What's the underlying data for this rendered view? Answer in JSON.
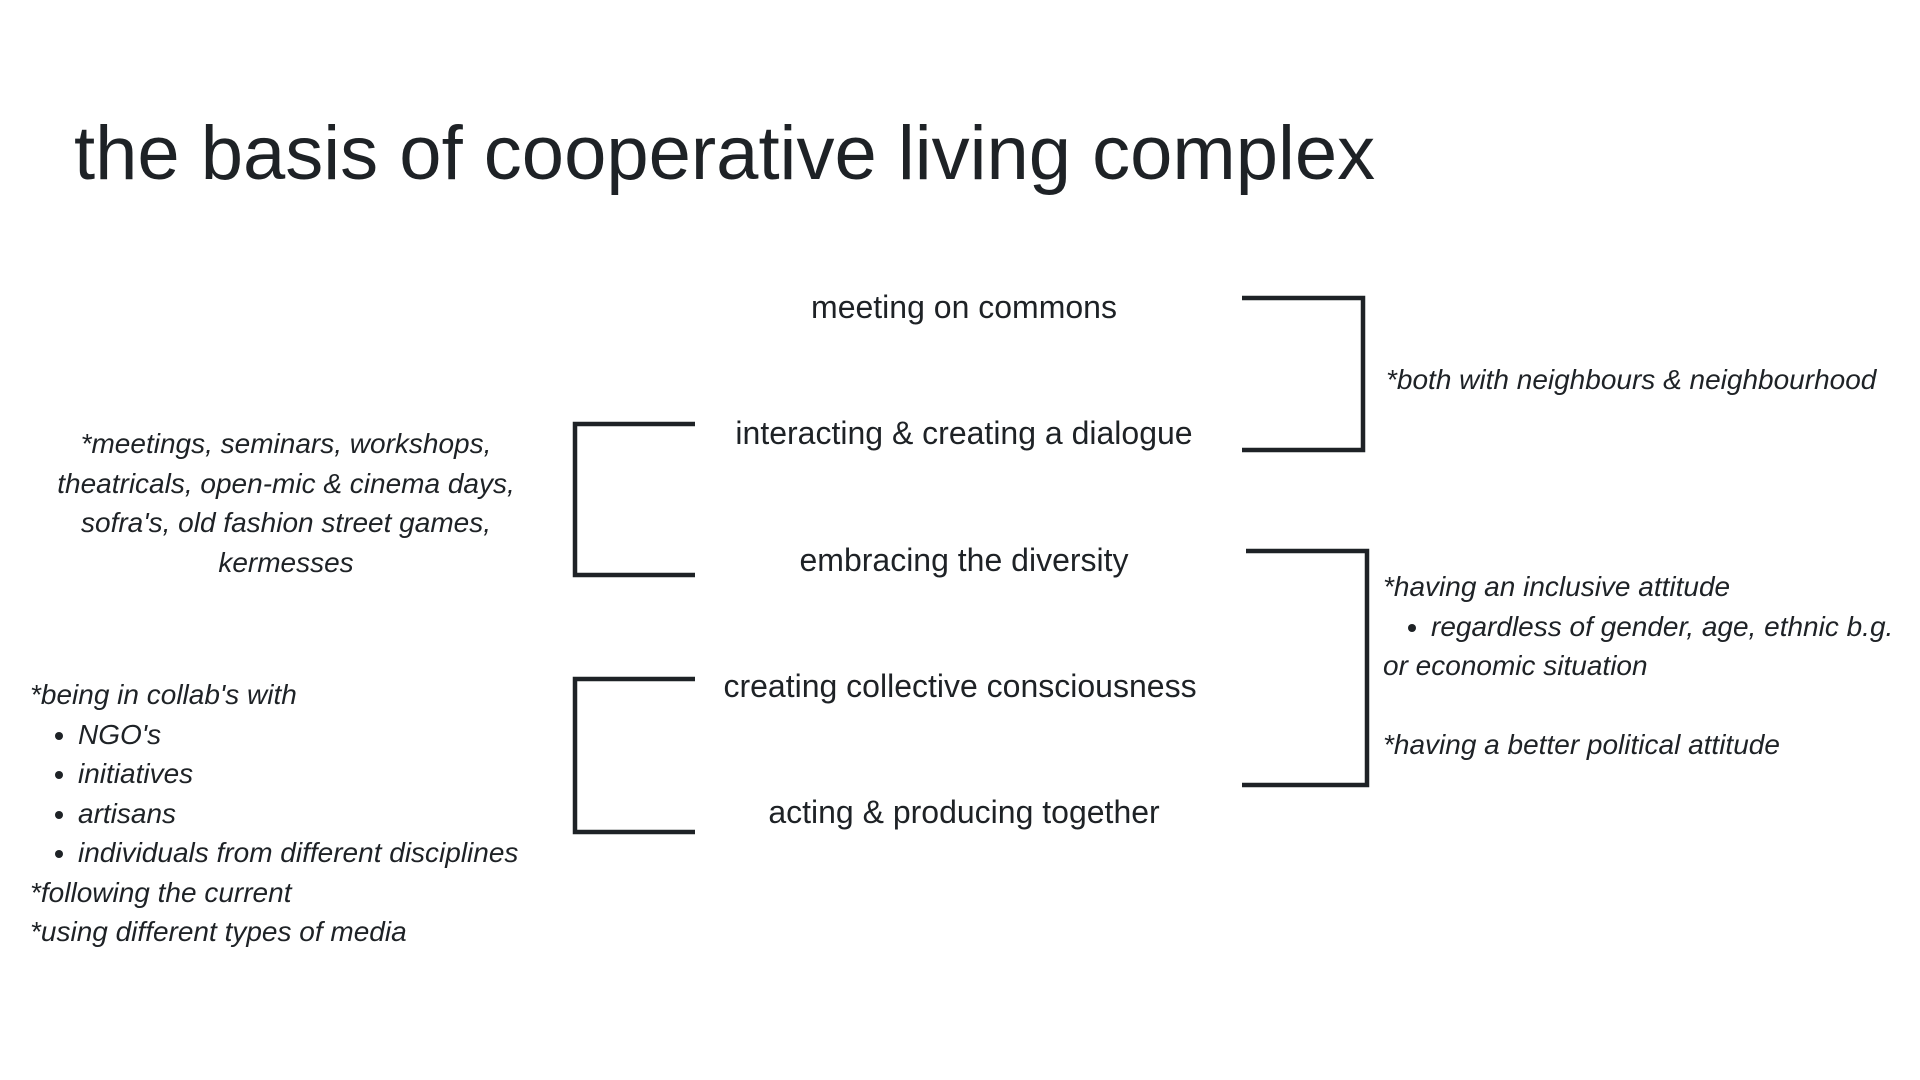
{
  "title": "the basis of cooperative living complex",
  "items": [
    "meeting on commons",
    "interacting & creating a dialogue",
    "embracing the diversity",
    "creating collective consciousness",
    "acting & producing together"
  ],
  "notes": {
    "events": "*meetings, seminars, workshops, theatricals, open-mic & cinema days, sofra's, old fashion street games, kermesses",
    "collab": {
      "intro": "*being in collab's with",
      "bullets": [
        "NGO's",
        "initiatives",
        "artisans",
        "individuals from different disciplines"
      ],
      "following": "*following the current",
      "media": "*using different types of media"
    },
    "neighbours": "*both with neighbours & neighbourhood",
    "inclusive": {
      "intro": "*having an inclusive attitude",
      "bullet": "regardless of gender, age, ethnic b.g.",
      "continuation": "or economic situation",
      "political": "*having a better political attitude"
    }
  }
}
